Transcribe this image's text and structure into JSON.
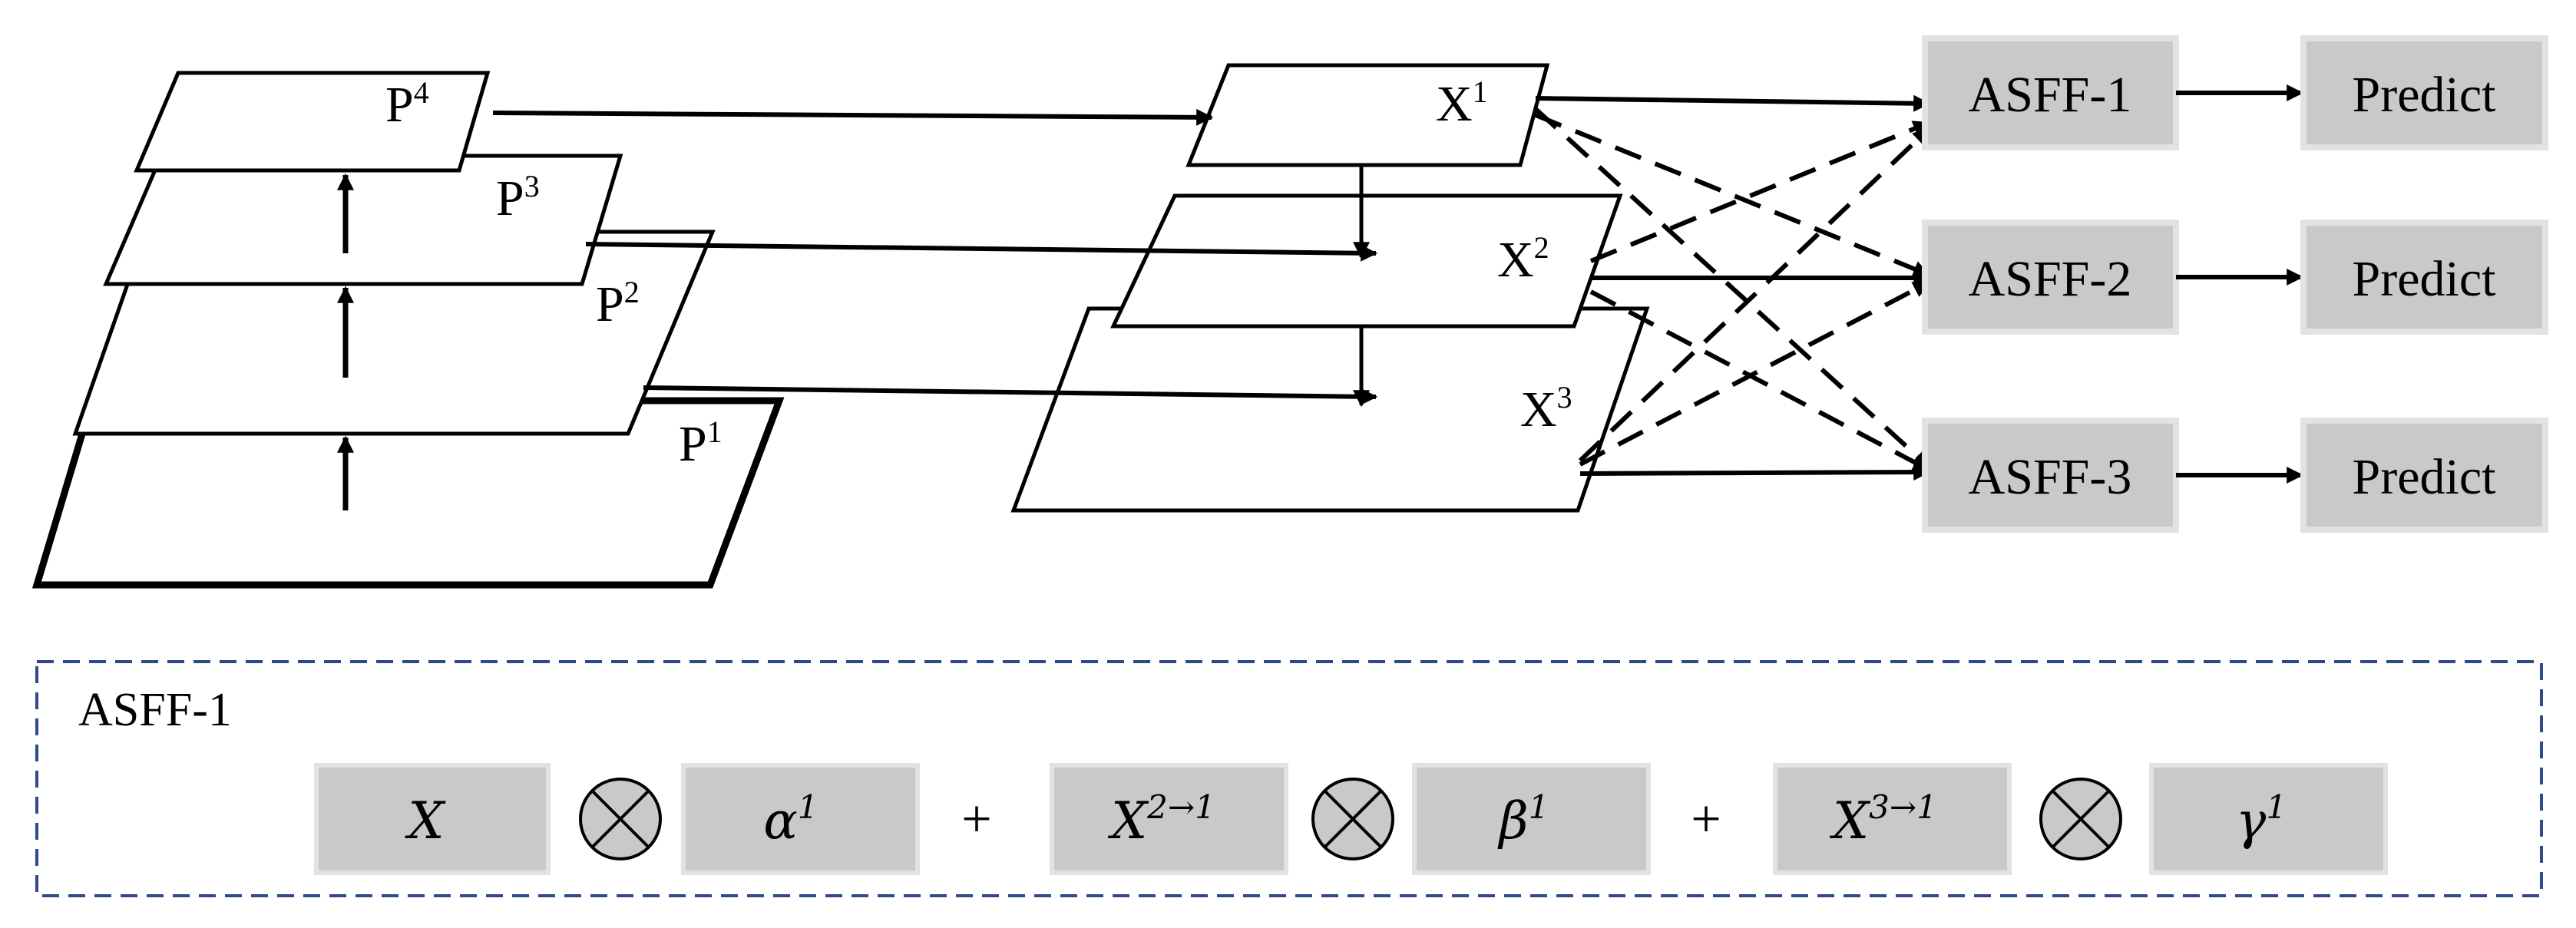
{
  "pyramid_left": {
    "levels": [
      {
        "base": "P",
        "sup": "4"
      },
      {
        "base": "P",
        "sup": "3"
      },
      {
        "base": "P",
        "sup": "2"
      },
      {
        "base": "P",
        "sup": "1"
      }
    ]
  },
  "pyramid_right": {
    "levels": [
      {
        "base": "X",
        "sup": "1"
      },
      {
        "base": "X",
        "sup": "2"
      },
      {
        "base": "X",
        "sup": "3"
      }
    ]
  },
  "asff_boxes": [
    "ASFF-1",
    "ASFF-2",
    "ASFF-3"
  ],
  "predict_boxes": [
    "Predict",
    "Predict",
    "Predict"
  ],
  "formula_panel": {
    "title": "ASFF-1",
    "terms": [
      {
        "base": "X",
        "sup": ""
      },
      {
        "base": "α",
        "sup": "1"
      },
      {
        "base": "X",
        "sup": "2→1"
      },
      {
        "base": "β",
        "sup": "1"
      },
      {
        "base": "X",
        "sup": "3→1"
      },
      {
        "base": "γ",
        "sup": "1"
      }
    ],
    "plus_symbol": "+"
  },
  "colors": {
    "box_fill": "#c9c9c9",
    "box_border": "#e2e2e2",
    "panel_border": "#2e4a8a",
    "line": "#000000"
  }
}
